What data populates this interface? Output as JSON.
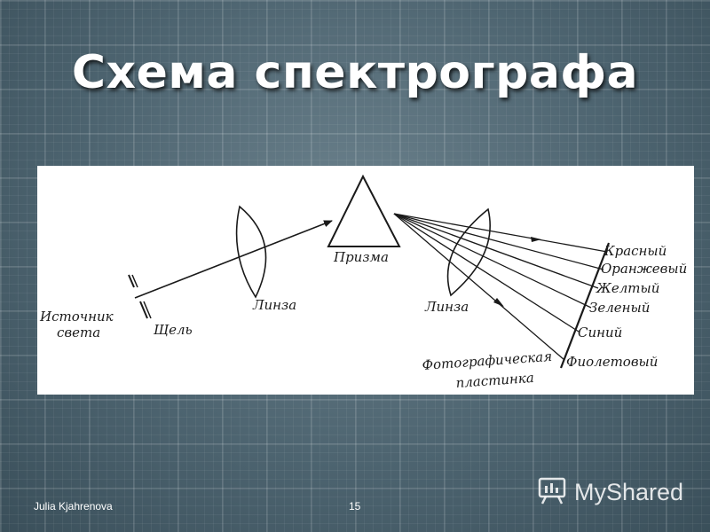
{
  "slide": {
    "title": "Схема спектрографа",
    "footer_author": "Julia Kjahrenova",
    "page_number": "15"
  },
  "watermark": {
    "text": "MyShared",
    "icon": "presentation-board-icon"
  },
  "diagram": {
    "source_label_1": "Источник",
    "source_label_2": "света",
    "slit_label": "Щель",
    "lens_label_1": "Линза",
    "prism_label": "Призма",
    "lens_label_2": "Линза",
    "plate_label_1": "Фотографическая",
    "plate_label_2": "пластинка",
    "colors": [
      "Красный",
      "Оранжевый",
      "Желтый",
      "Зеленый",
      "Синий",
      "Фиолетовый"
    ],
    "line_color": "#1a1a1a"
  }
}
